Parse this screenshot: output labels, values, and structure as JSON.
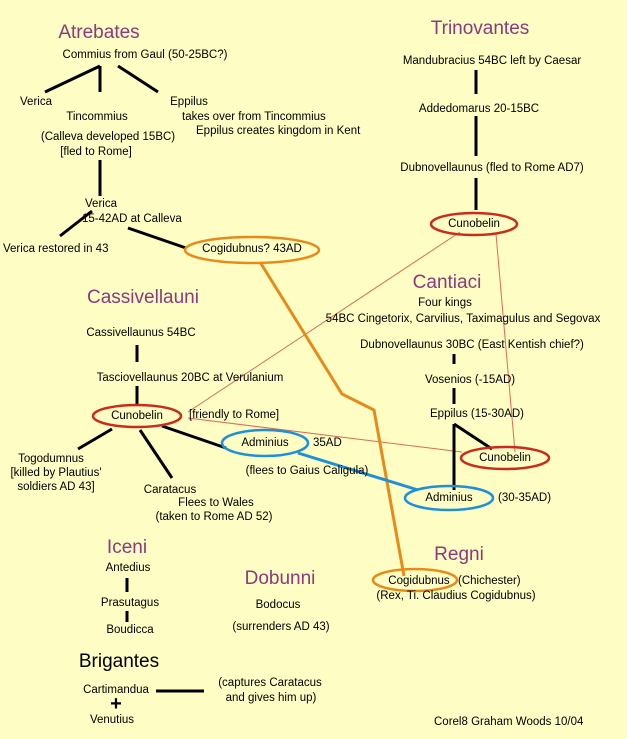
{
  "tribes": {
    "atrebates": "Atrebates",
    "trinovantes": "Trinovantes",
    "cassivellauni": "Cassivellauni",
    "cantiaci": "Cantiaci",
    "regni": "Regni",
    "iceni": "Iceni",
    "dobunni": "Dobunni",
    "brigantes": "Brigantes"
  },
  "atrebates": {
    "commius": "Commius from Gaul (50-25BC?)",
    "verica_top": "Verica",
    "tincommius": "Tincommius",
    "eppilus": "Eppilus",
    "eppilus_note1": "takes over from Tincommius",
    "eppilus_note2": "Eppilus creates kingdom in Kent",
    "tincommius_note1": "(Calleva developed 15BC)",
    "tincommius_note2": "[fled to Rome]",
    "verica": "Verica",
    "verica_note": "15-42AD at Calleva",
    "verica_restored": "Verica restored in 43",
    "cogidubnus": "Cogidubnus? 43AD"
  },
  "trinovantes": {
    "mandubracius": "Mandubracius 54BC left by Caesar",
    "addedomarus": "Addedomarus 20-15BC",
    "dubnovellaunus": "Dubnovellaunus (fled to Rome AD7)",
    "cunobelin": "Cunobelin"
  },
  "cantiaci": {
    "four_kings": "Four kings",
    "kings_list": "54BC Cingetorix, Carvilius, Taximagulus and Segovax",
    "dubnovellaunus": "Dubnovellaunus 30BC (East Kentish chief?)",
    "vosenios": "Vosenios  (-15AD)",
    "eppilus": "Eppilus (15-30AD)",
    "cunobelin": "Cunobelin",
    "adminius": "Adminius",
    "adminius_dates": "(30-35AD)"
  },
  "cassivellauni": {
    "cassivellaunus": "Cassivellaunus 54BC",
    "tasciovellaunus": "Tasciovellaunus 20BC at Verulanium",
    "cunobelin": "Cunobelin",
    "cunobelin_note": "[friendly to Rome]",
    "togodumnus": "Togodumnus",
    "togodumnus_note1": "[killed by Plautius'",
    "togodumnus_note2": "soldiers AD 43]",
    "caratacus": "Caratacus",
    "caratacus_note1": "Flees to Wales",
    "caratacus_note2": "(taken to Rome AD 52)",
    "adminius": "Adminius",
    "adminius_date": "35AD",
    "adminius_note": "(flees to Gaius Caligula)"
  },
  "regni": {
    "cogidubnus": "Cogidubnus",
    "place": "(Chichester)",
    "title": "(Rex, Ti. Claudius Cogidubnus)"
  },
  "iceni": {
    "antedius": "Antedius",
    "prasutagus": "Prasutagus",
    "boudicca": "Boudicca"
  },
  "dobunni": {
    "bodocus": "Bodocus",
    "note": "(surrenders AD 43)"
  },
  "brigantes": {
    "cartimandua": "Cartimandua",
    "plus": "+",
    "venutius": "Venutius",
    "note1": "(captures Caratacus",
    "note2": "and gives him up)"
  },
  "credit": "Corel8 Graham Woods 10/04",
  "colors": {
    "background": "#fdfdc4",
    "tribe": "#8b3a7e",
    "red": "#cc2a1e",
    "blue": "#1e90d8",
    "orange": "#e88a1a",
    "thin_red": "#e06a5a"
  }
}
